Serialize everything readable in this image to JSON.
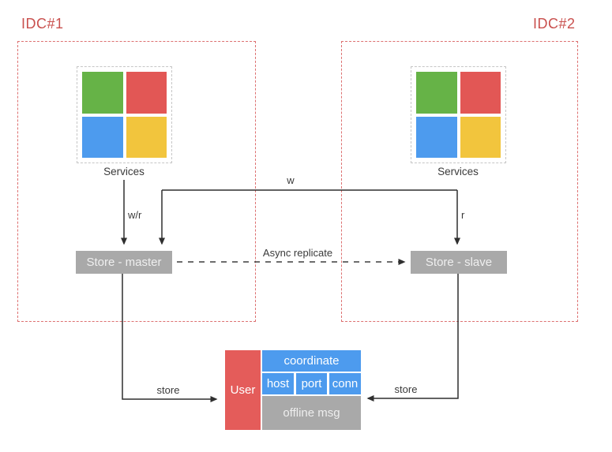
{
  "diagram": {
    "idc1": {
      "title": "IDC#1",
      "services_label": "Services"
    },
    "idc2": {
      "title": "IDC#2",
      "services_label": "Services"
    },
    "stores": {
      "master_label": "Store - master",
      "slave_label": "Store - slave"
    },
    "edges": {
      "write_read": "w/r",
      "write": "w",
      "read": "r",
      "async_replicate": "Async replicate",
      "store_left": "store",
      "store_right": "store"
    },
    "user_struct": {
      "user_label": "User",
      "coordinate_label": "coordinate",
      "host_label": "host",
      "port_label": "port",
      "conn_label": "conn",
      "offline_label": "offline msg"
    },
    "colors": {
      "idc_border_red": "#dd7070",
      "idc_title_red": "#c9504e",
      "tile_green": "#66b347",
      "tile_red": "#e25755",
      "tile_blue": "#4d9bee",
      "tile_yellow": "#f2c53d",
      "store_gray": "#a9a9a9",
      "user_red": "#e45c5a",
      "user_blue": "#4d9bee",
      "edge_black": "#2f2f2f"
    }
  }
}
